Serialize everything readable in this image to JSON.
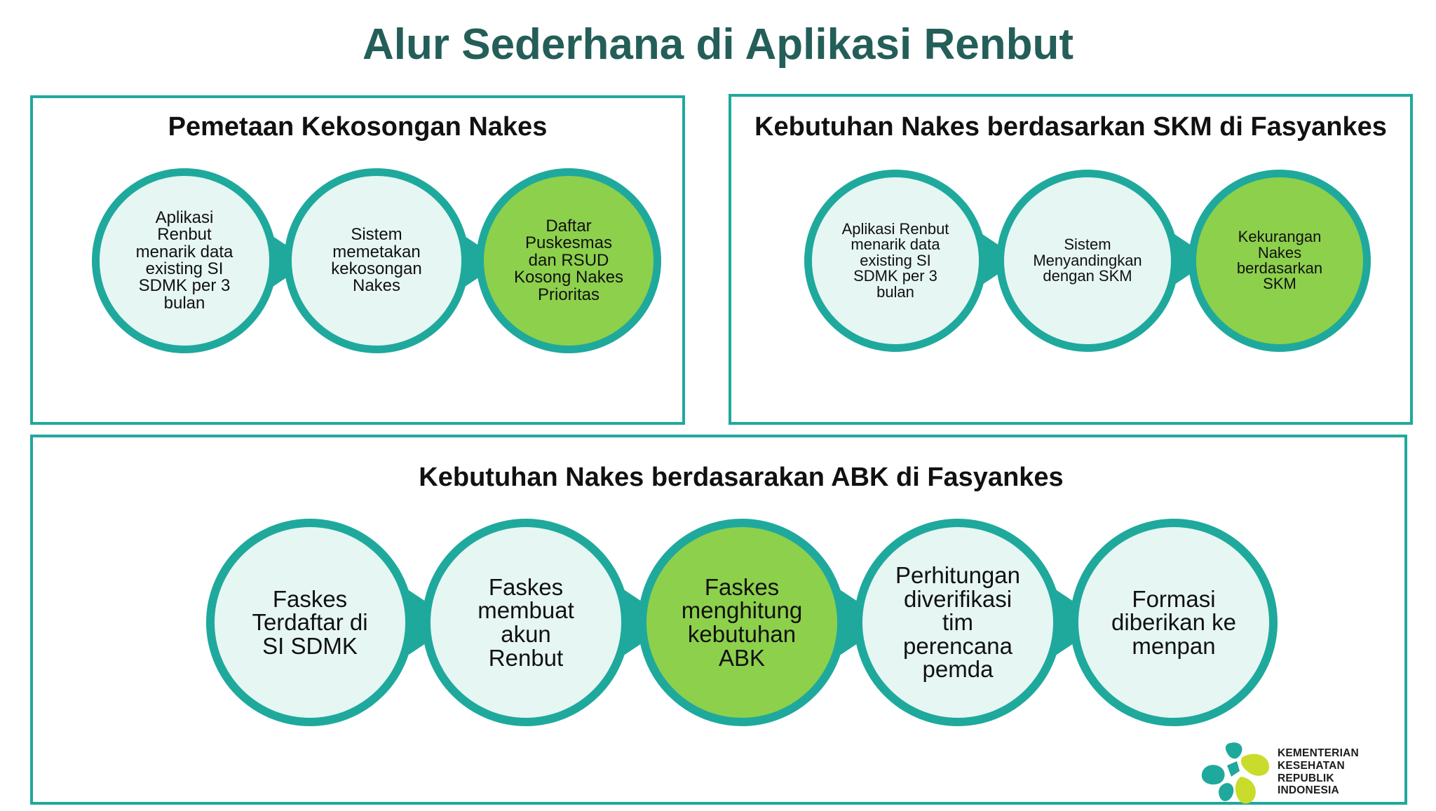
{
  "title": "Alur Sederhana di Aplikasi Renbut",
  "panels": [
    {
      "title": "Pemetaan Kekosongan Nakes",
      "steps": [
        {
          "text": "Aplikasi Renbut menarik data existing SI SDMK per 3 bulan",
          "highlight": false
        },
        {
          "text": "Sistem memetakan kekosongan Nakes",
          "highlight": false
        },
        {
          "text": "Daftar Puskesmas dan RSUD Kosong Nakes Prioritas",
          "highlight": true
        }
      ]
    },
    {
      "title": "Kebutuhan Nakes berdasarkan SKM di Fasyankes",
      "steps": [
        {
          "text": "Aplikasi Renbut menarik data existing SI SDMK per 3 bulan",
          "highlight": false
        },
        {
          "text": "Sistem Menyandingkan dengan SKM",
          "highlight": false
        },
        {
          "text": "Kekurangan Nakes berdasarkan SKM",
          "highlight": true
        }
      ]
    },
    {
      "title": "Kebutuhan Nakes berdasarakan ABK di Fasyankes",
      "steps": [
        {
          "text": "Faskes Terdaftar di SI SDMK",
          "highlight": false
        },
        {
          "text": "Faskes membuat akun Renbut",
          "highlight": false
        },
        {
          "text": "Faskes menghitung kebutuhan ABK",
          "highlight": true
        },
        {
          "text": "Perhitungan diverifikasi tim perencana pemda",
          "highlight": false
        },
        {
          "text": "Formasi diberikan ke menpan",
          "highlight": false
        }
      ]
    }
  ],
  "logo": {
    "text": "KEMENTERIAN KESEHATAN REPUBLIK INDONESIA"
  },
  "colors": {
    "title": "#245e58",
    "border": "#1fa99d",
    "circle_fill": "#e6f6f3",
    "highlight_fill": "#8dd04c"
  }
}
